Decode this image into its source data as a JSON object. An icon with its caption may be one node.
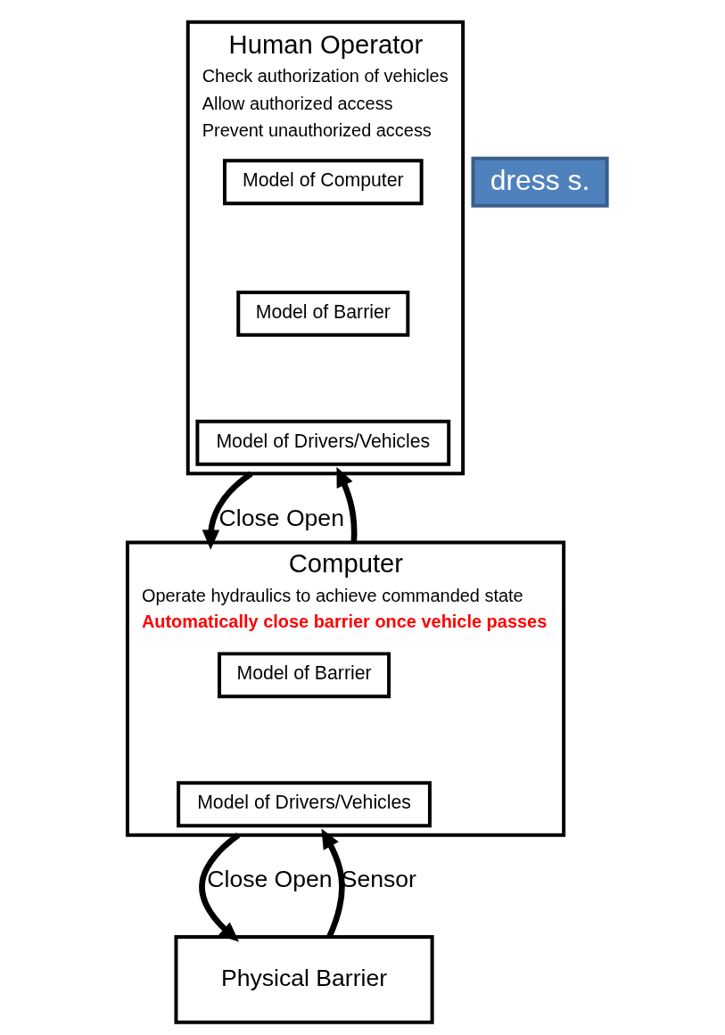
{
  "diagram": {
    "nodes": [
      {
        "text": [
          "Human Operator",
          "Check authorization of vehicles",
          "Allow authorized access",
          "Prevent unauthorized access"
        ]
      },
      {
        "text": [
          "Model of Computer"
        ],
        "in": 0
      },
      {
        "text": [
          "Model of Barrier"
        ],
        "in": 0
      },
      {
        "text": [
          "Model of Drivers/Vehicles"
        ],
        "in": 0
      },
      {
        "text": [
          "Computer",
          "Operate hydraulics to achieve commanded state",
          "Automatically close barrier once vehicle passes"
        ]
      },
      {
        "text": [
          "Model of Barrier"
        ],
        "in": 4
      },
      {
        "text": [
          "Model of Drivers/Vehicles"
        ],
        "in": 4
      },
      {
        "text": [
          "Physical Barrier"
        ]
      },
      {
        "text": [
          "dress s."
        ]
      }
    ],
    "edges": [
      {
        "from": 0,
        "to": 4,
        "arrow": "to",
        "label": "Close Open"
      },
      {
        "from": 4,
        "to": 0,
        "arrow": "to"
      },
      {
        "from": 4,
        "to": 7,
        "arrow": "to",
        "label": "Close Open"
      },
      {
        "from": 7,
        "to": 4,
        "arrow": "to",
        "label": "Sensor"
      }
    ]
  }
}
